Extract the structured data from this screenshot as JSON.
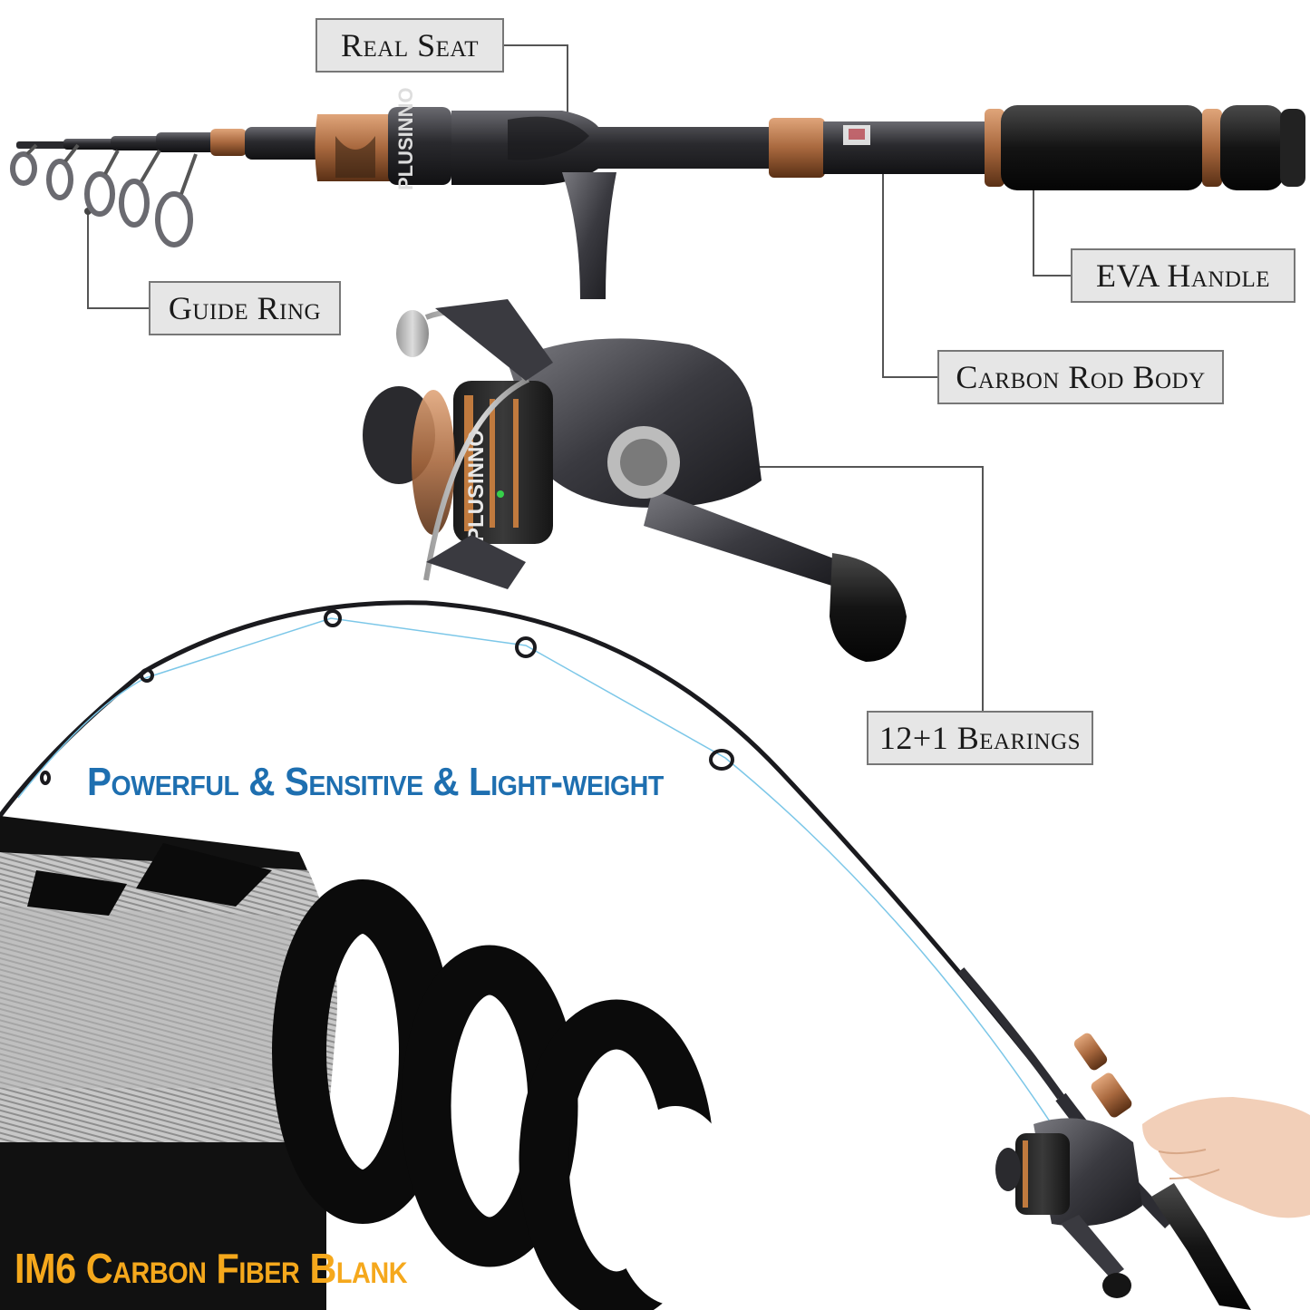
{
  "callouts": {
    "real_seat": "Real Seat",
    "guide_ring": "Guide Ring",
    "eva_handle": "EVA Handle",
    "carbon_rod_body": "Carbon Rod Body",
    "bearings": "12+1 Bearings"
  },
  "tagline": "Powerful & Sensitive & Light-weight",
  "blank_caption": "IM6 Carbon Fiber Blank",
  "colors": {
    "background": "#ffffff",
    "callout_fill": "#e6e6e6",
    "callout_border": "#777777",
    "tagline": "#1e6fb0",
    "caption": "#f5a81c",
    "bronze": "#b5764a",
    "rod_dark": "#2b2b2f"
  }
}
